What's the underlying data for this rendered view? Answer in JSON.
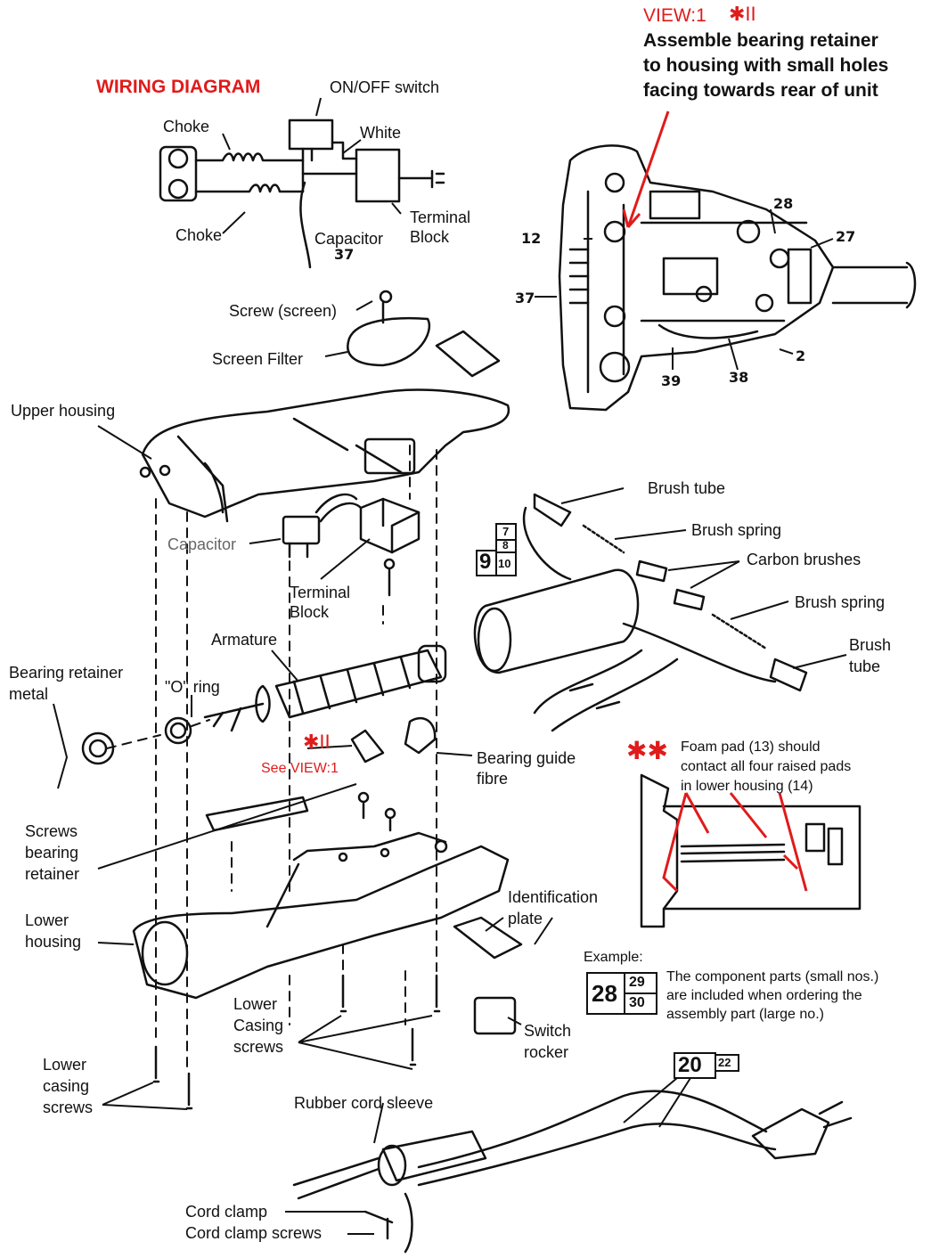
{
  "colors": {
    "ink": "#111111",
    "accent": "#e01b1b",
    "muted": "#666666"
  },
  "wiring": {
    "title": "WIRING DIAGRAM",
    "onoff": "ON/OFF switch",
    "choke_top": "Choke",
    "white": "White",
    "choke_bottom": "Choke",
    "capacitor": "Capacitor",
    "cap_num": "37",
    "terminal1": "Terminal",
    "terminal2": "Block"
  },
  "view1": {
    "title": "VIEW:1",
    "mark": "✱II",
    "line1": "Assemble bearing retainer",
    "line2": "to housing with small holes",
    "line3": "facing towards rear of unit",
    "nums": {
      "n12": "12",
      "n37": "37",
      "n28": "28",
      "n27": "27",
      "n2": "2",
      "n39": "39",
      "n38": "38"
    }
  },
  "parts": {
    "screw_screen": "Screw (screen)",
    "screen_filter": "Screen Filter",
    "upper_housing": "Upper housing",
    "capacitor": "Capacitor",
    "terminal1": "Terminal",
    "terminal2": "Block",
    "armature": "Armature",
    "bearing_metal1": "Bearing retainer",
    "bearing_metal2": "metal",
    "o_ring": "\"O\" ring",
    "see_mark": "✱II",
    "see_view": "See VIEW:1",
    "bearing_guide1": "Bearing guide",
    "bearing_guide2": "fibre",
    "screws_bearing1": "Screws",
    "screws_bearing2": "bearing",
    "screws_bearing3": "retainer",
    "lower_housing1": "Lower",
    "lower_housing2": "housing",
    "ident1": "Identification",
    "ident2": "plate",
    "lower_casing_a1": "Lower",
    "lower_casing_a2": "Casing",
    "lower_casing_a3": "screws",
    "lower_casing_b1": "Lower",
    "lower_casing_b2": "casing",
    "lower_casing_b3": "screws",
    "switch1": "Switch",
    "switch2": "rocker",
    "rubber_sleeve": "Rubber cord sleeve",
    "cord_clamp": "Cord clamp",
    "cord_clamp_screws": "Cord clamp screws"
  },
  "brush": {
    "brush_tube": "Brush tube",
    "brush_spring": "Brush spring",
    "carbon_brushes": "Carbon brushes",
    "brush_spring2": "Brush spring",
    "brush_tube2a": "Brush",
    "brush_tube2b": "tube",
    "box_big": "9",
    "box_7": "7",
    "box_8": "8",
    "box_10": "10"
  },
  "foam": {
    "mark": "✱✱",
    "line1": "Foam pad (13) should",
    "line2": "contact all four raised pads",
    "line3": "in lower housing (14)"
  },
  "example": {
    "title": "Example:",
    "big": "28",
    "s1": "29",
    "s2": "30",
    "line1": "The component parts (small nos.)",
    "line2": "are included when ordering the",
    "line3": "assembly part (large no.)"
  },
  "cord": {
    "big": "20",
    "small": "22"
  }
}
